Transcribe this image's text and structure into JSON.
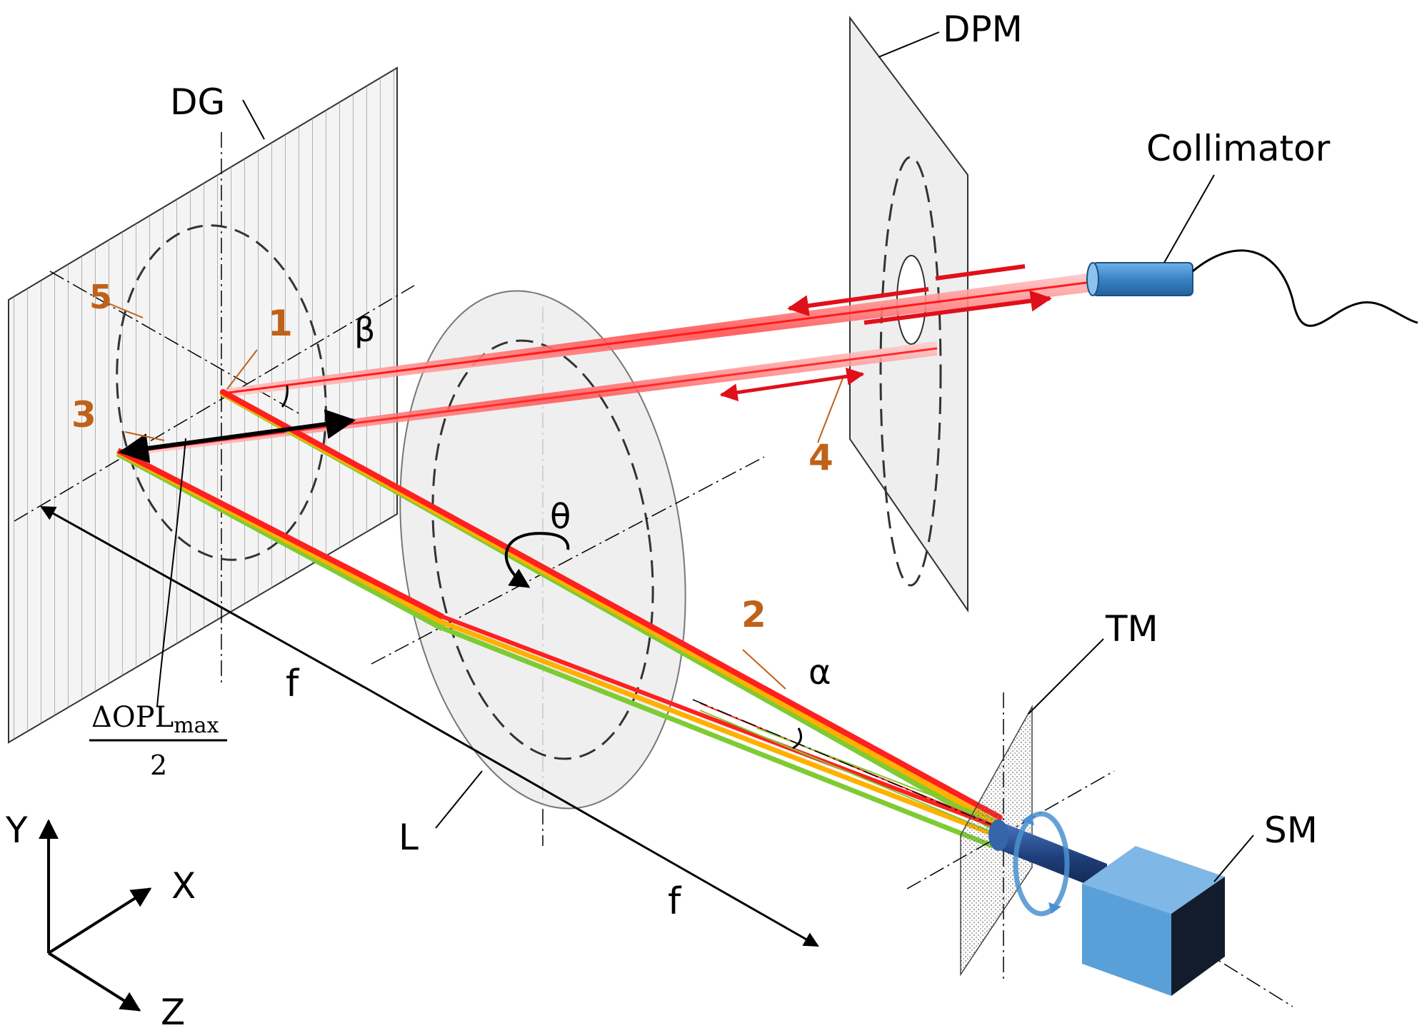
{
  "labels": {
    "dg": "DG",
    "dpm": "DPM",
    "collimator": "Collimator",
    "tm": "TM",
    "sm": "SM",
    "lens": "L",
    "beta": "β",
    "theta": "θ",
    "alpha": "α",
    "focal_1": "f",
    "focal_2": "f",
    "axis_y": "Y",
    "axis_x": "X",
    "axis_z": "Z"
  },
  "markers": [
    "1",
    "2",
    "3",
    "4",
    "5"
  ],
  "opl": {
    "delta": "ΔOPL",
    "sub": "max",
    "denominator": "2"
  },
  "colors": {
    "marker_orange": "#c0611a",
    "beam_red": "#ff2020",
    "beam_orange": "#ffb000",
    "beam_green": "#7ecb33",
    "collimator_blue": "#3b83c6",
    "motor_blue": "#5aa0d8",
    "panel_gray": "#eeeeee"
  }
}
